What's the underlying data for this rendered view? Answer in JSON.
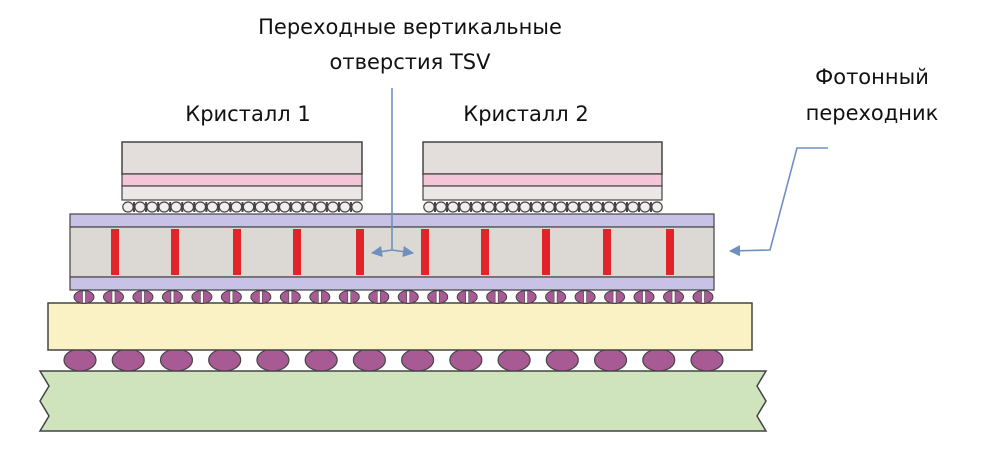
{
  "labels": {
    "tsv_line1": "Переходные вертикальные",
    "tsv_line2": "отверстия TSV",
    "chip1": "Кристалл 1",
    "chip2": "Кристалл 2",
    "interposer_line1": "Фотонный",
    "interposer_line2": "переходник"
  },
  "colors": {
    "chip_body": "#e3dedb",
    "chip_stripe": "#f2c6d8",
    "interposer_layer": "#c8c3e6",
    "interposer_body": "#dcd8d4",
    "tsv": "#e0242a",
    "arrow": "#6f8fc0",
    "substrate": "#faf2c4",
    "bump": "#a85a94",
    "board": "#cfe4bd"
  },
  "tsv_count": 10,
  "micro_bumps_per_chip": 20,
  "interposer_bumps": 22,
  "package_balls": 14
}
